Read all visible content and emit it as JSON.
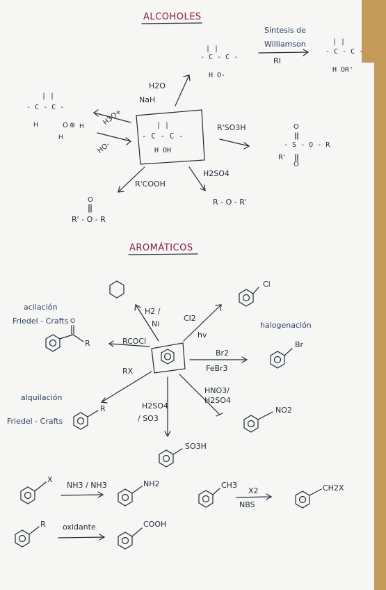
{
  "alcoholes": {
    "title": "ALCOHOLES",
    "williamson_label": "Síntesis de Williamson",
    "williamson_reagent": "RI",
    "h2o": "H2O",
    "nah": "NaH",
    "h3o": "H3O+",
    "ho_minus": "HO-",
    "center_top": "| |",
    "center_mid": "- C - C -",
    "center_bot": "H   OH",
    "left_top": "| |",
    "left_mid": "- C - C -",
    "left_h": "H",
    "left_o": "O",
    "left_plus": "⊕",
    "left_h2": "H",
    "left_h3": "H",
    "alk_top": "| |",
    "alk_mid": "- C - C -",
    "alk_bot": "H   O-",
    "ether_top": "| |",
    "ether_mid": "- C - C -",
    "ether_bot": "H   OR'",
    "r_so3h": "R'SO3H",
    "sulf_o_top": "O",
    "sulf_mid": "- S - O - R",
    "sulf_r": "R'",
    "sulf_o_bot": "O",
    "h2so4": "H2SO4",
    "ether2": "R - O - R'",
    "rcooh": "R'COOH",
    "ester_o": "O",
    "ester_chain": "R' - O - R"
  },
  "aromaticos": {
    "title": "AROMÁTICOS",
    "h2_label": "H2 /",
    "ni_label": "Ni",
    "cl2": "Cl2",
    "hv": "hv",
    "cl_sub": "Cl",
    "halogenacion": "halogenación",
    "br2": "Br2",
    "febr3": "FeBr3",
    "br_sub": "Br",
    "hno3": "HNO3/",
    "h2so4_nit": "H2SO4",
    "no2_sub": "NO2",
    "h2so4_sulf": "H2SO4",
    "so3": "/ SO3",
    "so3h_sub": "SO3H",
    "rx": "RX",
    "alquilacion": "alquilación",
    "friedel_crafts_2": "Friedel - Crafts",
    "r_sub": "R",
    "rcocl": "RCOCl",
    "acilacion": "acilación",
    "friedel_crafts_1": "Friedel - Crafts",
    "acyl_o": "O",
    "acyl_r": "R",
    "x_sub": "X",
    "nh3_reagent": "NH3 / NH3",
    "nh2_sub": "NH2",
    "ch3_sub": "CH3",
    "x2": "X2",
    "nbs": "NBS",
    "ch2x_sub": "CH2X",
    "r_sub2": "R",
    "oxidante": "oxidante",
    "cooh_sub": "COOH"
  }
}
